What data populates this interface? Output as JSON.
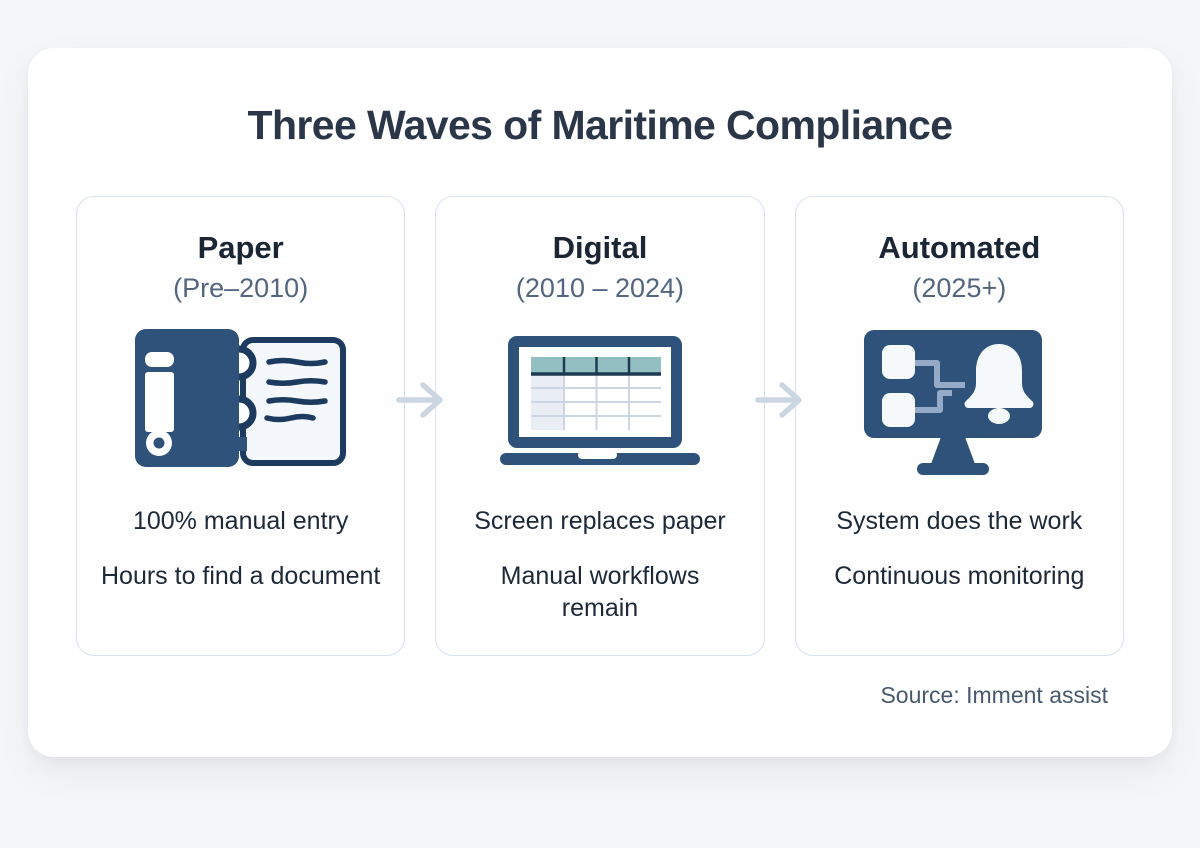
{
  "title": "Three Waves of Maritime Compliance",
  "cards": [
    {
      "title": "Paper",
      "period": "(Pre–2010)",
      "icon": "binder-document-icon",
      "lines": [
        "100% manual entry",
        "Hours to find a document"
      ]
    },
    {
      "title": "Digital",
      "period": "(2010 – 2024)",
      "icon": "laptop-spreadsheet-icon",
      "lines": [
        "Screen replaces paper",
        "Manual workflows remain"
      ]
    },
    {
      "title": "Automated",
      "period": "(2025+)",
      "icon": "monitor-automation-bell-icon",
      "lines": [
        "System does the work",
        "Continuous monitoring"
      ]
    }
  ],
  "source": "Source: Imment assist",
  "colors": {
    "page_background": "#f5f6f8",
    "container_background": "#ffffff",
    "card_border": "#d9e2ef",
    "title_text": "#2b3748",
    "card_title_text": "#1b2534",
    "period_text": "#54667e",
    "body_text": "#1d2838",
    "source_text": "#47586f",
    "icon_navy": "#2e527a",
    "icon_dark_navy": "#1d3a5f",
    "icon_teal_header": "#92bfc2",
    "icon_light_cell": "#e9eef5",
    "icon_trace": "#94aac6",
    "arrow": "#ccd6e3"
  }
}
